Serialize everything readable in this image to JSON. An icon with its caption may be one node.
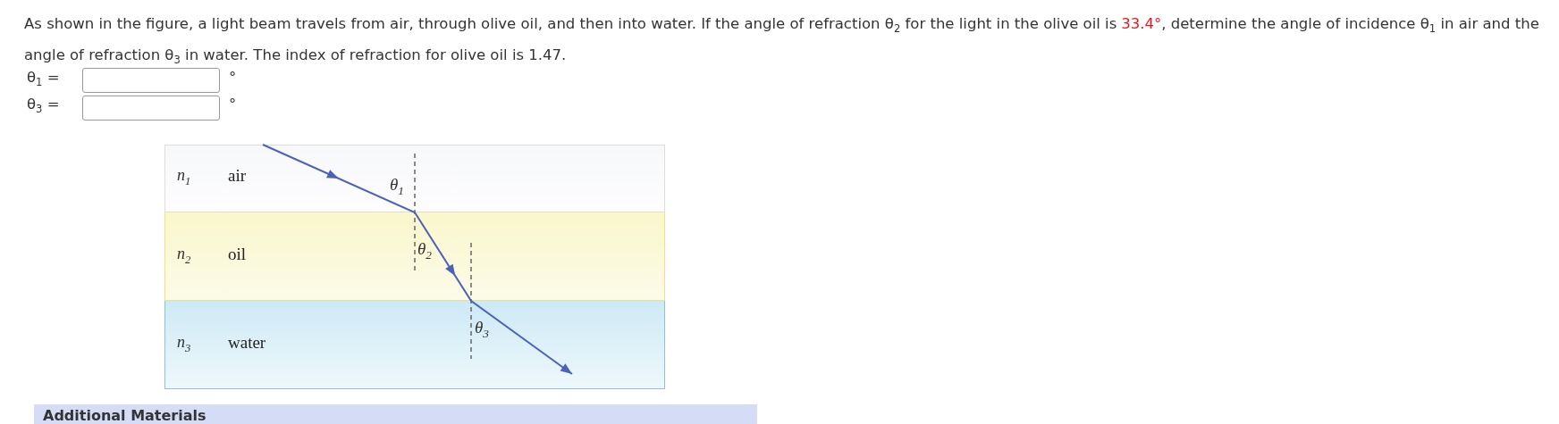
{
  "diagram": {
    "labels": [
      "As shown in the figure, a light beam travels from air, through olive oil, and then into water. If the angle of refraction θ$_{2}$ for the light in the olive oil is",
      "33.4°",
      ", determine the angle of incidence θ$_{1}$ in air and the angle of refraction θ$_{3}$ in water. The index of refraction for olive oil is 1.47.",
      "θ$_{1}$ =",
      "°",
      "θ$_{3}$ =",
      "°",
      "n$_{1}$",
      "air",
      "θ$_{1}$",
      "n$_{2}$",
      "oil",
      "θ$_{2}$",
      "n$_{3}$",
      "water",
      "θ$_{3}$",
      "Additional Materials"
    ]
  }
}
